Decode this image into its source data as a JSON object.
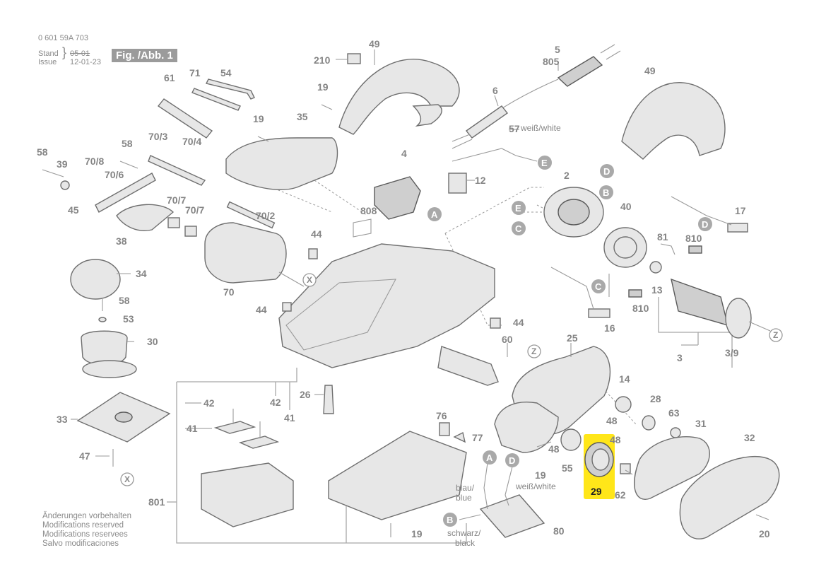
{
  "header": {
    "part_number": "0 601 59A 703",
    "stand_label": "Stand",
    "issue_label": "Issue",
    "stand_date": "05-01",
    "issue_date": "12-01-23",
    "figure_label": "Fig. /Abb. 1"
  },
  "footer": {
    "line1": "Änderungen vorbehalten",
    "line2": "Modifications reserved",
    "line3": "Modifications reservees",
    "line4": "Salvo modificaciones"
  },
  "wires": {
    "white": "weiß/white",
    "blue_1": "blau/",
    "blue_2": "blue",
    "black_1": "schwarz/",
    "black_2": "black"
  },
  "callouts": {
    "n210": "210",
    "n49a": "49",
    "n5": "5",
    "n805": "805",
    "n49b": "49",
    "n61": "61",
    "n71": "71",
    "n54": "54",
    "n19a": "19",
    "n35": "35",
    "n19b": "19",
    "n6": "6",
    "n57": "57",
    "n4": "4",
    "n12": "12",
    "n2": "2",
    "n58a": "58",
    "n39": "39",
    "n70_8": "70/8",
    "n70_6": "70/6",
    "n45": "45",
    "n58b": "58",
    "n70_3": "70/3",
    "n70_4": "70/4",
    "n70_7a": "70/7",
    "n70_7b": "70/7",
    "n38": "38",
    "n70_2": "70/2",
    "n70": "70",
    "n808": "808",
    "n40": "40",
    "n17": "17",
    "n810a": "810",
    "n81": "81",
    "n13": "13",
    "n810b": "810",
    "n16": "16",
    "n3": "3",
    "n3_9": "3/9",
    "n34": "34",
    "n58c": "58",
    "n53": "53",
    "n30": "30",
    "n33": "33",
    "n47": "47",
    "n44a": "44",
    "n44b": "44",
    "n44c": "44",
    "n60": "60",
    "n25": "25",
    "n42a": "42",
    "n42b": "42",
    "n41a": "41",
    "n41b": "41",
    "n26": "26",
    "n801": "801",
    "n76": "76",
    "n77": "77",
    "n48a": "48",
    "n48b": "48",
    "n14": "14",
    "n28": "28",
    "n63": "63",
    "n31": "31",
    "n32": "32",
    "n19c": "19",
    "n55": "55",
    "n29": "29",
    "n62": "62",
    "n19d": "19",
    "n80": "80",
    "n20": "20"
  },
  "markers": {
    "A1": "A",
    "A2": "A",
    "B1": "B",
    "B2": "B",
    "C1": "C",
    "C2": "C",
    "D1": "D",
    "D2": "D",
    "D3": "D",
    "E1": "E",
    "E2": "E",
    "X1": "X",
    "X2": "X",
    "Z1": "Z",
    "Z2": "Z"
  },
  "highlight": {
    "part": "29",
    "color": "#ffe619"
  }
}
